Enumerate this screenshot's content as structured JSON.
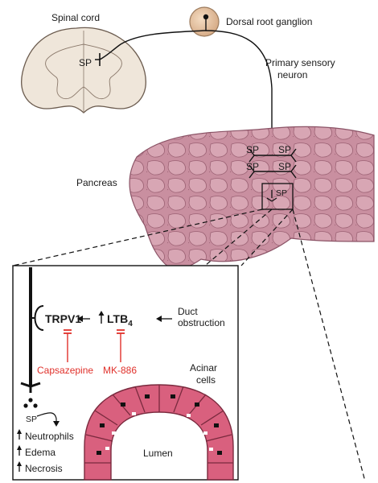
{
  "labels": {
    "spinal_cord": "Spinal cord",
    "dorsal_root_ganglion": "Dorsal root ganglion",
    "primary_sensory_neuron_line1": "Primary sensory",
    "primary_sensory_neuron_line2": "neuron",
    "pancreas": "Pancreas",
    "sp": "SP",
    "trpv1": "TRPV1",
    "ltb4_main": "LTB",
    "ltb4_sub": "4",
    "duct_line1": "Duct",
    "duct_line2": "obstruction",
    "capsazepine": "Capsazepine",
    "mk886": "MK-886",
    "acinar_line1": "Acinar",
    "acinar_line2": "cells",
    "neutrophils": "Neutrophils",
    "edema": "Edema",
    "necrosis": "Necrosis",
    "lumen": "Lumen"
  },
  "colors": {
    "inhibitor_red": "#e0302a",
    "pancreas_fill": "#c48a9b",
    "acinar_pink": "#d9607e",
    "ganglion_fill": "#e7c8a8"
  }
}
